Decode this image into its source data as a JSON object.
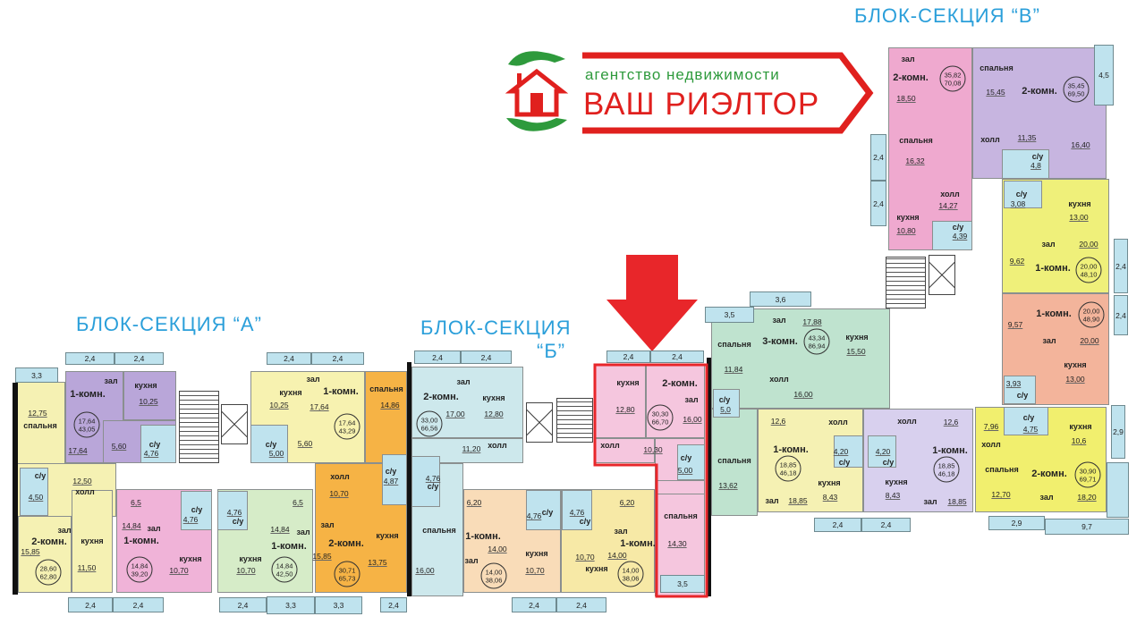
{
  "titles": {
    "section_a": "БЛОК-СЕКЦИЯ “А”",
    "section_b_line1": "БЛОК-СЕКЦИЯ",
    "section_b_line2": "“Б”",
    "section_v": "БЛОК-СЕКЦИЯ “В”"
  },
  "logo": {
    "tagline": "агентство недвижимости",
    "name": "ВАШ РИЭЛТОР",
    "colors": {
      "green": "#2e9a3c",
      "red": "#e0201e"
    }
  },
  "colors": {
    "title": "#2b9fda",
    "highlight": "#e8262a",
    "bathroom": "#bfe3ee",
    "balcony": "#bfe3ee"
  },
  "highlighted_apartment": "b4",
  "apartments": [
    {
      "id": "a1",
      "color": "#b9a6d9",
      "texts": [
        "зал",
        "1-комн.",
        "17,64",
        "5,60",
        "кухня",
        "10,25",
        "с/у",
        "4,76"
      ],
      "circle": [
        "17,64",
        "43,05"
      ]
    },
    {
      "id": "a2",
      "color": "#f5f1b3",
      "texts": [
        "12,75",
        "спальня",
        "с/у",
        "4,50",
        "12,50",
        "холл",
        "зал",
        "2-комн.",
        "15,85",
        "кухня",
        "11,50"
      ],
      "circle": [
        "28,60",
        "62,80"
      ]
    },
    {
      "id": "a3",
      "color": "#f0b3d8",
      "texts": [
        "6,5",
        "14,84",
        "зал",
        "1-комн.",
        "кухня",
        "10,70",
        "с/у",
        "4,76"
      ],
      "circle": [
        "14,84",
        "39,20"
      ]
    },
    {
      "id": "a4",
      "color": "#d6ecc8",
      "texts": [
        "4,76",
        "с/у",
        "6,5",
        "14,84",
        "зал",
        "1-комн.",
        "кухня",
        "10,70"
      ],
      "circle": [
        "14,84",
        "42,50"
      ]
    },
    {
      "id": "a5",
      "color": "#f7f2b0",
      "texts": [
        "кухня",
        "10,25",
        "зал",
        "1-комн.",
        "17,64",
        "5,60",
        "с/у",
        "5,00"
      ],
      "circle": [
        "17,64",
        "43,29"
      ]
    },
    {
      "id": "a6",
      "color": "#f6b345",
      "texts": [
        "спальня",
        "14,86",
        "холл",
        "10,70",
        "с/у",
        "4,87",
        "зал",
        "2-комн.",
        "15,85",
        "кухня",
        "13,75"
      ],
      "circle": [
        "30,71",
        "65,73"
      ]
    },
    {
      "id": "b1",
      "color": "#cde8ec",
      "texts": [
        "зал",
        "2-комн.",
        "17,00",
        "кухня",
        "12,80",
        "11,20",
        "холл",
        "4,76",
        "с/у",
        "спальня",
        "16,00"
      ],
      "circle": [
        "33,00",
        "66,56"
      ]
    },
    {
      "id": "b2",
      "color": "#f9dcb8",
      "texts": [
        "6,20",
        "1-комн.",
        "14,00",
        "зал",
        "кухня",
        "10,70",
        "4,76",
        "с/у"
      ],
      "circle": [
        "14,00",
        "38,06"
      ]
    },
    {
      "id": "b3",
      "color": "#f7e9a6",
      "texts": [
        "6,20",
        "4,76",
        "с/у",
        "зал",
        "1-комн.",
        "14,00",
        "10,70",
        "кухня"
      ],
      "circle": [
        "14,00",
        "38,06"
      ]
    },
    {
      "id": "b4",
      "color": "#f5c6de",
      "texts": [
        "кухня",
        "12,80",
        "2-комн.",
        "зал",
        "16,00",
        "холл",
        "10,30",
        "с/у",
        "5,00",
        "спальня",
        "14,30"
      ],
      "circle": [
        "30,30",
        "66,70"
      ]
    },
    {
      "id": "v1",
      "color": "#efa9cf",
      "texts": [
        "зал",
        "2-комн.",
        "18,50",
        "спальня",
        "16,32",
        "холл",
        "14,27",
        "кухня",
        "10,80",
        "с/у",
        "4,39"
      ],
      "circle": [
        "35,82",
        "70,08"
      ]
    },
    {
      "id": "v2",
      "color": "#c7b5e0",
      "texts": [
        "спальня",
        "15,45",
        "2-комн.",
        "холл",
        "11,35",
        "16,40",
        "с/у",
        "4,8"
      ],
      "circle": [
        "35,45",
        "69,50"
      ]
    },
    {
      "id": "v3",
      "color": "#eff07a",
      "texts": [
        "с/у",
        "3,08",
        "кухня",
        "13,00",
        "зал",
        "20,00",
        "9,62",
        "1-комн."
      ],
      "circle": [
        "20,00",
        "48,10"
      ]
    },
    {
      "id": "v4",
      "color": "#f3b49b",
      "texts": [
        "1-комн.",
        "9,57",
        "зал",
        "20,00",
        "кухня",
        "13,00",
        "3,93",
        "с/у"
      ],
      "circle": [
        "20,00",
        "48,90"
      ]
    },
    {
      "id": "v5",
      "color": "#bfe3cf",
      "texts": [
        "зал",
        "17,88",
        "3-комн.",
        "кухня",
        "15,50",
        "спальня",
        "11,84",
        "холл",
        "16,00",
        "с/у",
        "5,0",
        "спальня",
        "13,62"
      ],
      "circle": [
        "43,34",
        "86,94"
      ]
    },
    {
      "id": "v6",
      "color": "#f5f1b3",
      "texts": [
        "12,6",
        "холл",
        "1-комн.",
        "4,20",
        "с/у",
        "кухня",
        "8,43",
        "зал",
        "18,85"
      ],
      "circle": [
        "18,85",
        "46,18"
      ]
    },
    {
      "id": "v7",
      "color": "#d8d0ee",
      "texts": [
        "холл",
        "12,6",
        "4,20",
        "с/у",
        "1-комн.",
        "кухня",
        "8,43",
        "зал",
        "18,85"
      ],
      "circle": [
        "18,85",
        "46,18"
      ]
    },
    {
      "id": "v8",
      "color": "#f1ef6e",
      "texts": [
        "7,96",
        "с/у",
        "4,75",
        "кухня",
        "10,6",
        "холл",
        "спальня",
        "2-комн.",
        "12,70",
        "зал",
        "18,20"
      ],
      "circle": [
        "30,90",
        "69,71"
      ]
    }
  ],
  "balconies": [
    "2,4",
    "2,4",
    "3,3",
    "2,4",
    "2,4",
    "2,4",
    "2,4",
    "2,4",
    "3,3",
    "3,3",
    "2,4",
    "2,4",
    "2,4",
    "2,4",
    "2,4",
    "2,4",
    "2,4",
    "3,5",
    "4,5",
    "2,4",
    "2,4",
    "2,4",
    "2,4",
    "3,5",
    "3,6",
    "2,4",
    "2,4",
    "2,9",
    "9,7",
    "2,9"
  ]
}
